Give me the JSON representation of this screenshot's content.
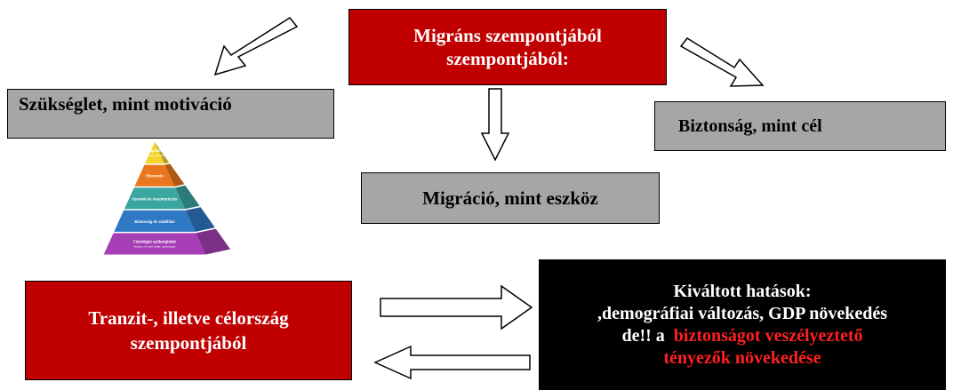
{
  "boxes": {
    "migrant": {
      "line1": "Migráns szempontjából",
      "line2": "szempontjából:"
    },
    "need": {
      "text": "Szükséglet, mint motiváció"
    },
    "security": {
      "text": "Biztonság, mint cél"
    },
    "migration": {
      "text": "Migráció, mint eszköz"
    },
    "transit": {
      "line1": "Tranzit-, illetve célország",
      "line2": "szempontjából"
    },
    "effects": {
      "line1": "Kiváltott hatások:",
      "line2": ",demográfiai változás, GDP növekedés",
      "line3_prefix": "de!! a",
      "line3_highlight": "biztonságot veszélyeztető",
      "line4": "tényezők növekedése"
    }
  },
  "pyramid": {
    "levels": [
      {
        "label": "Önmegvalósítás",
        "sub": "alkotás, kreativitás, toleracia, önállóság",
        "color": "#f2d42c"
      },
      {
        "label": "Elismerés",
        "sub": "",
        "color": "#e9761c"
      },
      {
        "label": "Szeretet és összetartozás",
        "sub": "",
        "color": "#3aa6a0"
      },
      {
        "label": "Biztonság és stabilitás",
        "sub": "",
        "color": "#2f78c4"
      },
      {
        "label": "Fiziológiai szükségletek",
        "sub": "levegő, víz, étel, alvás, testmozgás",
        "color": "#a63fb5"
      }
    ]
  },
  "colors": {
    "red_box": "#c00000",
    "gray_box": "#a6a6a6",
    "black_box": "#000000",
    "highlight": "#ff2020",
    "arrow_fill": "#ffffff",
    "arrow_stroke": "#000000"
  }
}
